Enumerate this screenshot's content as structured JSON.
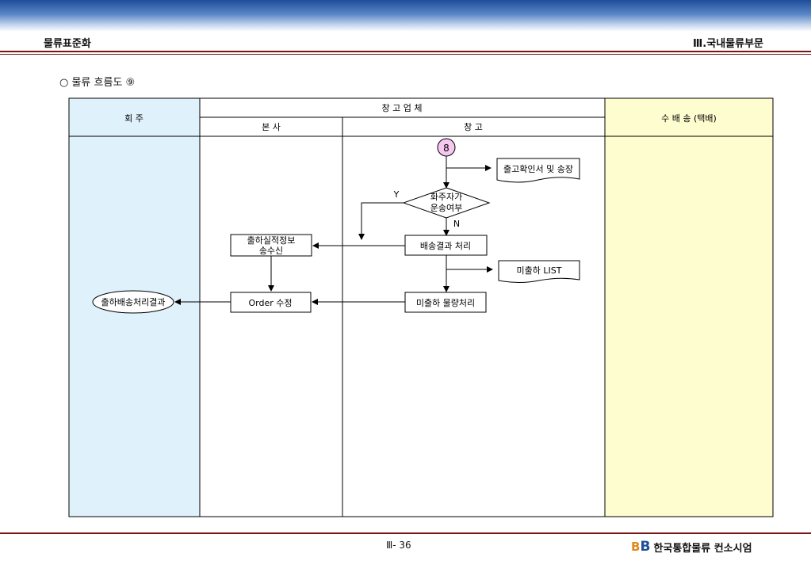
{
  "header": {
    "left": "물류표준화",
    "right": "Ⅲ.국내물류부문"
  },
  "section_title": "○ 물류 흐름도 ⑨",
  "lanes": {
    "shipper": "회 주",
    "warehouse_company": "창 고 업 체",
    "head_office": "본 사",
    "warehouse": "창 고",
    "delivery": "수 배 송 (택배)"
  },
  "nodes": {
    "connector": "8",
    "doc_release": "출고확인서 및 송장",
    "decision_line1": "화주자가",
    "decision_line2": "운송여부",
    "decision_yes": "Y",
    "decision_no": "N",
    "process_delivery_result": "배송결과 처리",
    "process_send_line1": "출하실적정보",
    "process_send_line2": "송수신",
    "doc_unshipped_list": "미출하 LIST",
    "process_unshipped": "미출하 물량처리",
    "process_order_edit": "Order 수정",
    "terminal_result": "출하배송처리결과"
  },
  "colors": {
    "shipper_lane": "#dff1fb",
    "delivery_lane": "#fdfdcf",
    "connector_fill": "#f6c8f0",
    "rule": "#7a1515"
  },
  "footer": {
    "page": "Ⅲ- 36",
    "brand": "한국통합물류 컨소시엄"
  }
}
